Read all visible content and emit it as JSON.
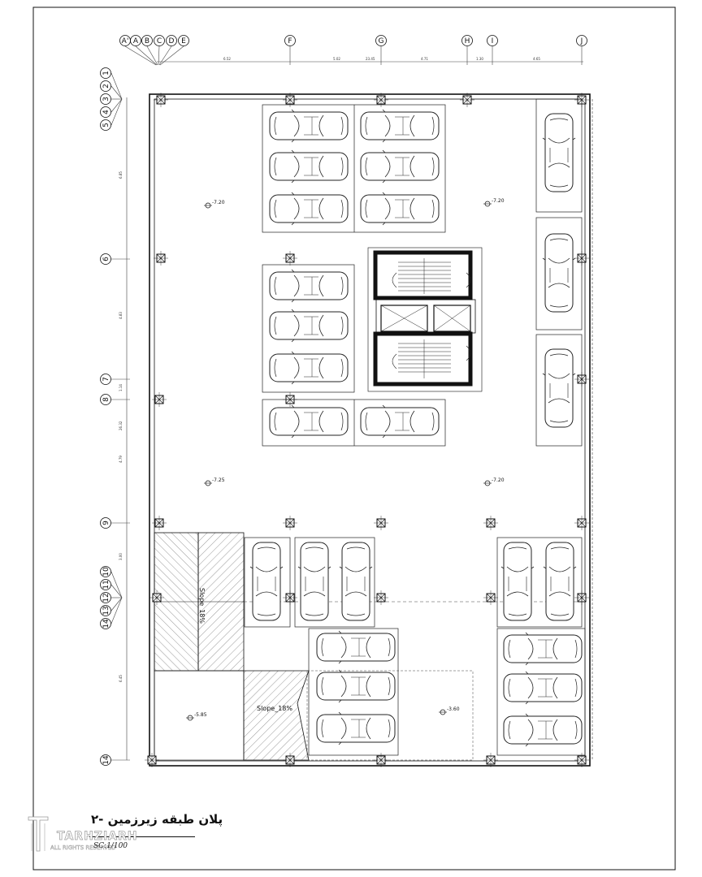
{
  "drawing": {
    "title": "پلان طبقه زیرزمین -۲",
    "scale": "SC:1/100",
    "brand": "TARHZIARH",
    "rights": "ALL RIGHTS RESERVED"
  },
  "axes": {
    "columns": [
      "A'",
      "A",
      "B",
      "C",
      "D",
      "E",
      "F",
      "G",
      "H",
      "I",
      "J"
    ],
    "rows": [
      "1",
      "2",
      "3",
      "4",
      "5",
      "6",
      "7",
      "8",
      "9",
      "10",
      "11",
      "12",
      "13",
      "14"
    ]
  },
  "levels": {
    "nw": "-7.20",
    "ne": "-7.20",
    "mid_w": "-7.25",
    "mid_e": "-7.20",
    "ramp_low": "-5.85",
    "ramp_high": "-3.60"
  },
  "ramps": {
    "upper": "Slope_18%",
    "lower": "Slope_18%"
  }
}
